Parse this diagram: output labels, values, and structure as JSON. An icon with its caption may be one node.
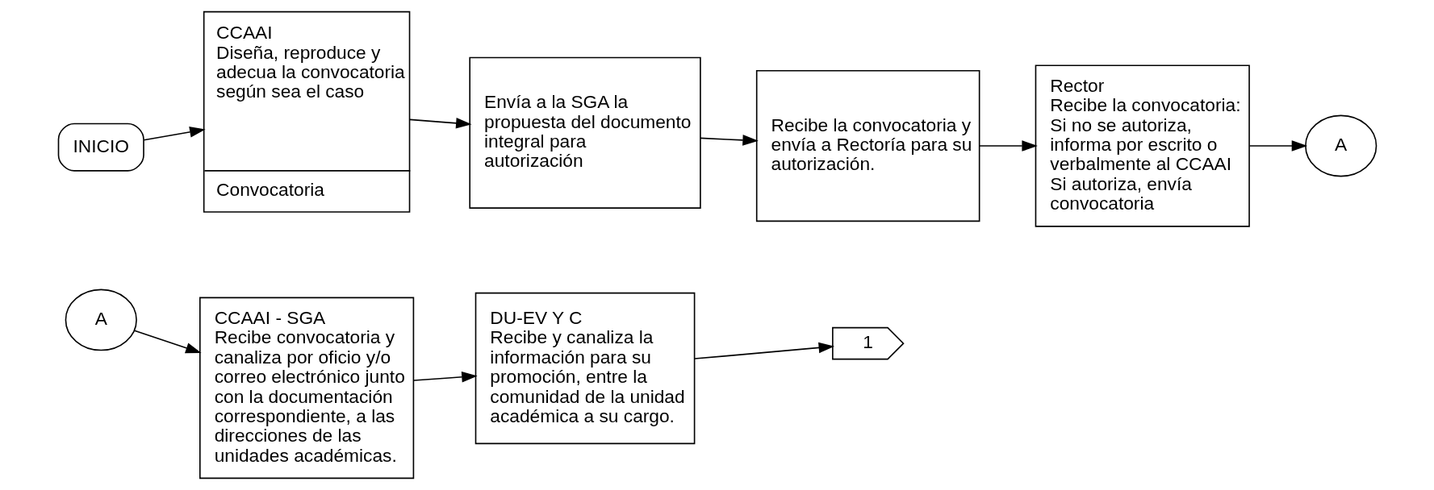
{
  "diagram": {
    "nodes": [
      {
        "text": [
          "INICIO"
        ]
      },
      {
        "text": [
          "CCAAI",
          "Diseña, reproduce y adecua la convocatoria según sea el caso",
          "Convocatoria"
        ]
      },
      {
        "text": [
          "Envía a la SGA la propuesta del documento integral para autorización"
        ]
      },
      {
        "text": [
          "Recibe la convocatoria y envía a Rectoría para su autorización."
        ]
      },
      {
        "text": [
          "Rector",
          "Recibe la convocatoria:",
          "Si no se autoriza, informa por escrito o verbalmente al CCAAI",
          "Si autoriza, envía convocatoria"
        ]
      },
      {
        "text": [
          "A"
        ]
      },
      {
        "text": [
          "A"
        ]
      },
      {
        "text": [
          "CCAAI - SGA",
          "Recibe convocatoria y canaliza por oficio y/o correo electrónico junto con la documentación correspondiente, a las direcciones de las unidades académicas."
        ]
      },
      {
        "text": [
          "DU-EV Y C",
          "Recibe y canaliza la información para su promoción, entre la comunidad de la unidad académica a su cargo."
        ]
      },
      {
        "text": [
          "1"
        ]
      }
    ],
    "edges": [
      {
        "from": 0,
        "to": 1,
        "arrow": "to"
      },
      {
        "from": 1,
        "to": 2,
        "arrow": "to"
      },
      {
        "from": 2,
        "to": 3,
        "arrow": "to"
      },
      {
        "from": 3,
        "to": 4,
        "arrow": "to"
      },
      {
        "from": 4,
        "to": 5,
        "arrow": "to"
      },
      {
        "from": 6,
        "to": 7,
        "arrow": "to"
      },
      {
        "from": 7,
        "to": 8,
        "arrow": "to"
      },
      {
        "from": 8,
        "to": 9,
        "arrow": "to"
      }
    ]
  }
}
